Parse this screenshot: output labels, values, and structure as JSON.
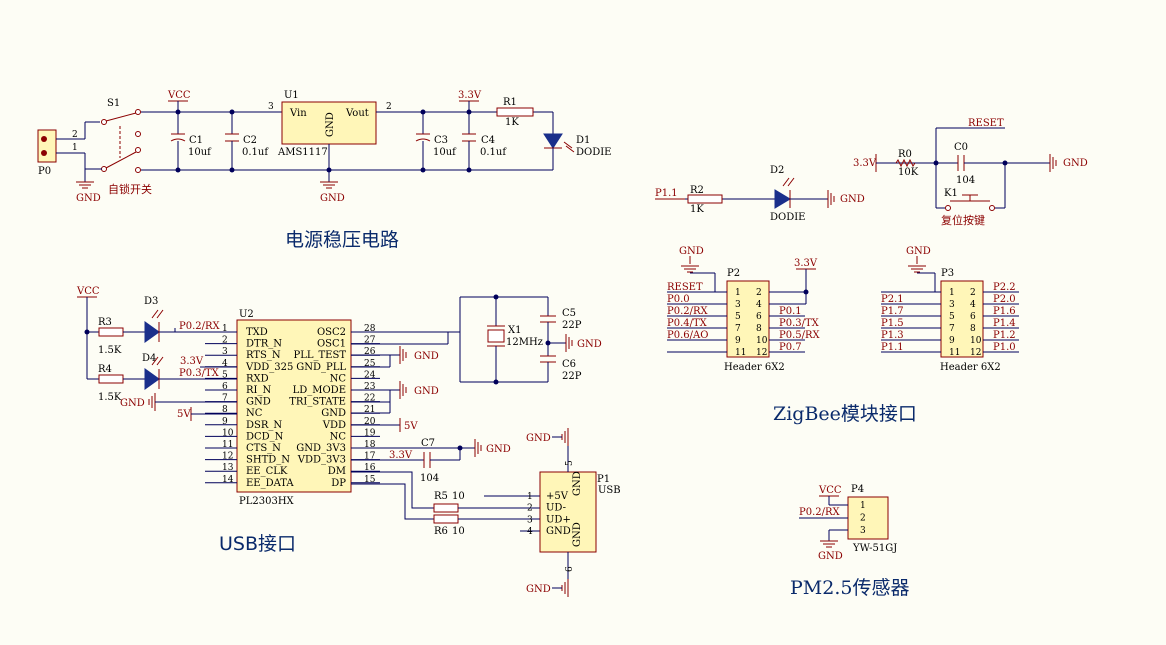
{
  "titles": {
    "power": "电源稳压电路",
    "usb": "USB接口",
    "zigbee": "ZigBee模块接口",
    "pm25": "PM2.5传感器"
  },
  "nets": {
    "vcc": "VCC",
    "gnd": "GND",
    "v33": "3.3V",
    "v5": "5V",
    "reset": "RESET",
    "p11": "P1.1",
    "p02rx": "P0.2/RX",
    "p03tx": "P0.3/TX"
  },
  "power": {
    "p0": {
      "ref": "P0",
      "pin1": "1",
      "pin2": "2"
    },
    "s1": {
      "ref": "S1",
      "desc": "自锁开关"
    },
    "c1": {
      "ref": "C1",
      "val": "10uf"
    },
    "c2": {
      "ref": "C2",
      "val": "0.1uf"
    },
    "u1": {
      "ref": "U1",
      "vin": "Vin",
      "vout": "Vout",
      "gnd": "GND",
      "part": "AMS1117",
      "pin3": "3",
      "pin2": "2"
    },
    "c3": {
      "ref": "C3",
      "val": "10uf"
    },
    "c4": {
      "ref": "C4",
      "val": "0.1uf"
    },
    "r1": {
      "ref": "R1",
      "val": "1K"
    },
    "d1": {
      "ref": "D1",
      "val": "DODIE"
    }
  },
  "led2": {
    "r2": {
      "ref": "R2",
      "val": "1K"
    },
    "d2": {
      "ref": "D2",
      "val": "DODIE"
    }
  },
  "reset": {
    "r0": {
      "ref": "R0",
      "val": "10K"
    },
    "c0": {
      "ref": "C0",
      "val": "104"
    },
    "k1": {
      "ref": "K1",
      "desc": "复位按键"
    }
  },
  "p2": {
    "ref": "P2",
    "part": "Header 6X2",
    "left": [
      {
        "pin": "1",
        "net": "RESET"
      },
      {
        "pin": "3",
        "net": "P0.0"
      },
      {
        "pin": "5",
        "net": "P0.2/RX"
      },
      {
        "pin": "7",
        "net": "P0.4/TX"
      },
      {
        "pin": "9",
        "net": "P0.6/AO"
      },
      {
        "pin": "11",
        "net": ""
      }
    ],
    "right": [
      {
        "pin": "2",
        "net": ""
      },
      {
        "pin": "4",
        "net": ""
      },
      {
        "pin": "6",
        "net": "P0.1"
      },
      {
        "pin": "8",
        "net": "P0.3/TX"
      },
      {
        "pin": "10",
        "net": "P0.5/RX"
      },
      {
        "pin": "12",
        "net": "P0.7"
      }
    ]
  },
  "p3": {
    "ref": "P3",
    "part": "Header 6X2",
    "left": [
      {
        "pin": "1",
        "net": ""
      },
      {
        "pin": "3",
        "net": "P2.1"
      },
      {
        "pin": "5",
        "net": "P1.7"
      },
      {
        "pin": "7",
        "net": "P1.5"
      },
      {
        "pin": "9",
        "net": "P1.3"
      },
      {
        "pin": "11",
        "net": "P1.1"
      }
    ],
    "right": [
      {
        "pin": "2",
        "net": "P2.2"
      },
      {
        "pin": "4",
        "net": "P2.0"
      },
      {
        "pin": "6",
        "net": "P1.6"
      },
      {
        "pin": "8",
        "net": "P1.4"
      },
      {
        "pin": "10",
        "net": "P1.2"
      },
      {
        "pin": "12",
        "net": "P1.0"
      }
    ]
  },
  "u2": {
    "ref": "U2",
    "part": "PL2303HX",
    "left": [
      {
        "pin": "1",
        "name": "TXD"
      },
      {
        "pin": "2",
        "name": "DTR_N"
      },
      {
        "pin": "3",
        "name": "RTS_N"
      },
      {
        "pin": "4",
        "name": "VDD_325"
      },
      {
        "pin": "5",
        "name": "RXD"
      },
      {
        "pin": "6",
        "name": "RI_N"
      },
      {
        "pin": "7",
        "name": "GND"
      },
      {
        "pin": "8",
        "name": "NC"
      },
      {
        "pin": "9",
        "name": "DSR_N"
      },
      {
        "pin": "10",
        "name": "DCD_N"
      },
      {
        "pin": "11",
        "name": "CTS_N"
      },
      {
        "pin": "12",
        "name": "SHTD_N"
      },
      {
        "pin": "13",
        "name": "EE_CLK"
      },
      {
        "pin": "14",
        "name": "EE_DATA"
      }
    ],
    "right": [
      {
        "pin": "28",
        "name": "OSC2"
      },
      {
        "pin": "27",
        "name": "OSC1"
      },
      {
        "pin": "26",
        "name": "PLL_TEST"
      },
      {
        "pin": "25",
        "name": "GND_PLL"
      },
      {
        "pin": "24",
        "name": "NC"
      },
      {
        "pin": "23",
        "name": "LD_MODE"
      },
      {
        "pin": "22",
        "name": "TRI_STATE"
      },
      {
        "pin": "21",
        "name": "GND"
      },
      {
        "pin": "20",
        "name": "VDD"
      },
      {
        "pin": "19",
        "name": "NC"
      },
      {
        "pin": "18",
        "name": "GND_3V3"
      },
      {
        "pin": "17",
        "name": "VDD_3V3"
      },
      {
        "pin": "16",
        "name": "DM"
      },
      {
        "pin": "15",
        "name": "DP"
      }
    ]
  },
  "usbside": {
    "r3": {
      "ref": "R3",
      "val": "1.5K"
    },
    "r4": {
      "ref": "R4",
      "val": "1.5K"
    },
    "d3": {
      "ref": "D3"
    },
    "d4": {
      "ref": "D4"
    },
    "x1": {
      "ref": "X1",
      "val": "12MHz"
    },
    "c5": {
      "ref": "C5",
      "val": "22P"
    },
    "c6": {
      "ref": "C6",
      "val": "22P"
    },
    "c7": {
      "ref": "C7",
      "val": "104"
    },
    "r5": {
      "ref": "R5",
      "val": "10"
    },
    "r6": {
      "ref": "R6",
      "val": "10"
    }
  },
  "p1": {
    "ref": "P1",
    "part": "USB",
    "pins": [
      {
        "pin": "1",
        "name": "+5V"
      },
      {
        "pin": "2",
        "name": "UD-"
      },
      {
        "pin": "3",
        "name": "UD+"
      },
      {
        "pin": "4",
        "name": "GND"
      }
    ],
    "pin5": "5",
    "pin6": "6",
    "gnd": "GND"
  },
  "p4": {
    "ref": "P4",
    "part": "YW-51GJ",
    "pins": [
      "1",
      "2",
      "3"
    ]
  }
}
